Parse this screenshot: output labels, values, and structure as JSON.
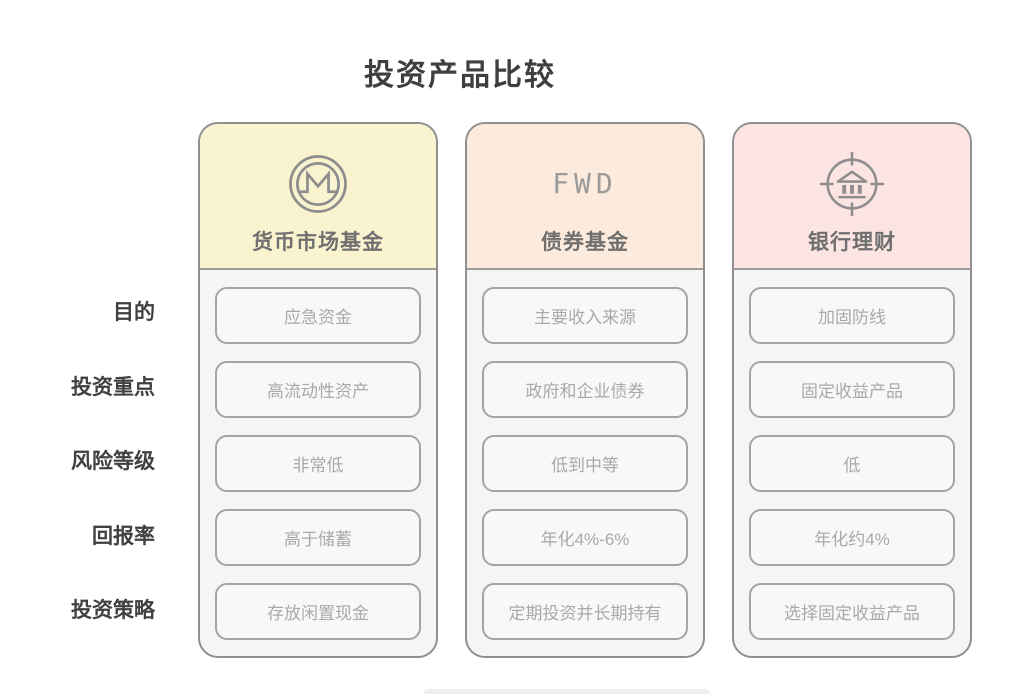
{
  "page": {
    "title": "投资产品比较",
    "background": "#ffffff"
  },
  "colors": {
    "title_text": "#3f3f3f",
    "row_label_text": "#404040",
    "column_border": "#8f8f8f",
    "cell_border": "#a4a4a4",
    "cell_text": "#a9a9a9",
    "column_body_bg": "#f5f5f3",
    "icon_stroke": "#8e8e8e"
  },
  "table": {
    "row_labels": [
      "目的",
      "投资重点",
      "风险等级",
      "回报率",
      "投资策略"
    ],
    "columns": [
      {
        "name": "货币市场基金",
        "icon": "monero-m-circle-icon",
        "header_bg": "#faf3d0",
        "cells": [
          "应急资金",
          "高流动性资产",
          "非常低",
          "高于储蓄",
          "存放闲置现金"
        ]
      },
      {
        "name": "债券基金",
        "icon": "fwd-logo-text",
        "logo_text": "FWD",
        "header_bg": "#fcebdc",
        "cells": [
          "主要收入来源",
          "政府和企业债券",
          "低到中等",
          "年化4%-6%",
          "定期投资并长期持有"
        ]
      },
      {
        "name": "银行理财",
        "icon": "bank-target-icon",
        "header_bg": "#fbe4e2",
        "cells": [
          "加固防线",
          "固定收益产品",
          "低",
          "年化约4%",
          "选择固定收益产品"
        ]
      }
    ]
  }
}
